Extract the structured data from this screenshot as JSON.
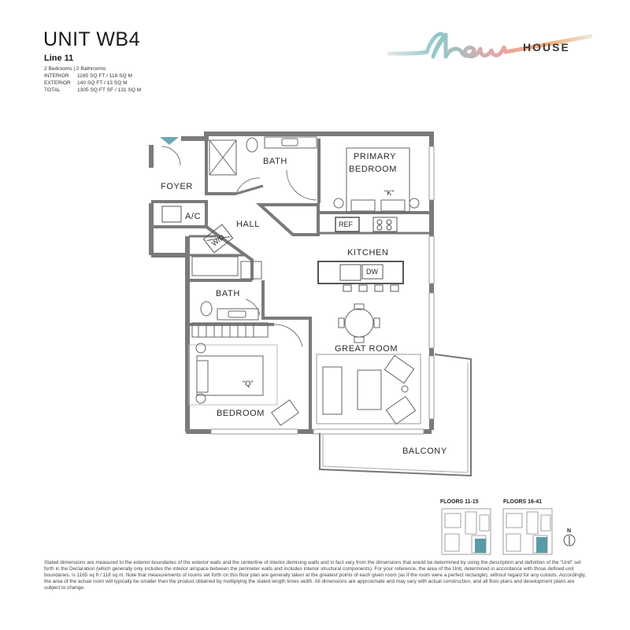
{
  "header": {
    "unit_title": "UNIT WB4",
    "line": "Line 11",
    "specs": [
      {
        "label": "2 Bedrooms | 2 Bathrooms",
        "value": ""
      },
      {
        "label": "INTERIOR",
        "value": "1165 SQ FT /  118 SQ M"
      },
      {
        "label": "EXTERIOR",
        "value": "140 SQ FT /  13 SQ M"
      },
      {
        "label": "TOTAL",
        "value": "1305 SQ FT SF /  131 SQ M"
      }
    ]
  },
  "brand": {
    "script": "flow",
    "word": "HOUSE",
    "colors": [
      "#8fc7c9",
      "#e9a3a3",
      "#f1b27a",
      "#d9d4c0"
    ]
  },
  "floorplan": {
    "rooms": {
      "foyer": "FOYER",
      "bath_top": "BATH",
      "primary_bedroom_1": "PRIMARY",
      "primary_bedroom_2": "BEDROOM",
      "bed_k": "\"K\"",
      "ac": "A/C",
      "hall": "HALL",
      "wd": "W/D",
      "ref": "REF",
      "kitchen": "KITCHEN",
      "dw": "DW",
      "bath_lower": "BATH",
      "great_room": "GREAT ROOM",
      "bed_q": "\"Q\"",
      "bedroom": "BEDROOM",
      "balcony": "BALCONY"
    },
    "wall_color": "#7a7a7a"
  },
  "keyplans": {
    "left_label": "FLOORS 11-15",
    "right_label": "FLOORS 16-41",
    "highlight_color": "#5b9aa8",
    "north": "N"
  },
  "disclaimer": "Stated dimensions are measured to the exterior boundaries of the exterior walls and the centerline of interior demising walls and in fact vary from the dimensions that would be determined by using the description and definition of the \"Unit\" set forth in the Declaration (which generally only includes the interior airspace between the perimeter walls and includes interior structural components). For your reference, the area of the Unit, determined in accordance with those defined unit boundaries, is 1165 sq ft / 118 sq m. Note that measurements of rooms set forth on this floor plan are generally taken at the greatest points of each given room (as if the room were a perfect rectangle), without regard for any cutouts. Accordingly, the area of the actual room will typically be smaller than the product obtained by multiplying the stated length times width. All dimensions are approximate and may vary with actual construction, and all floor plans and development plans are subject to change."
}
